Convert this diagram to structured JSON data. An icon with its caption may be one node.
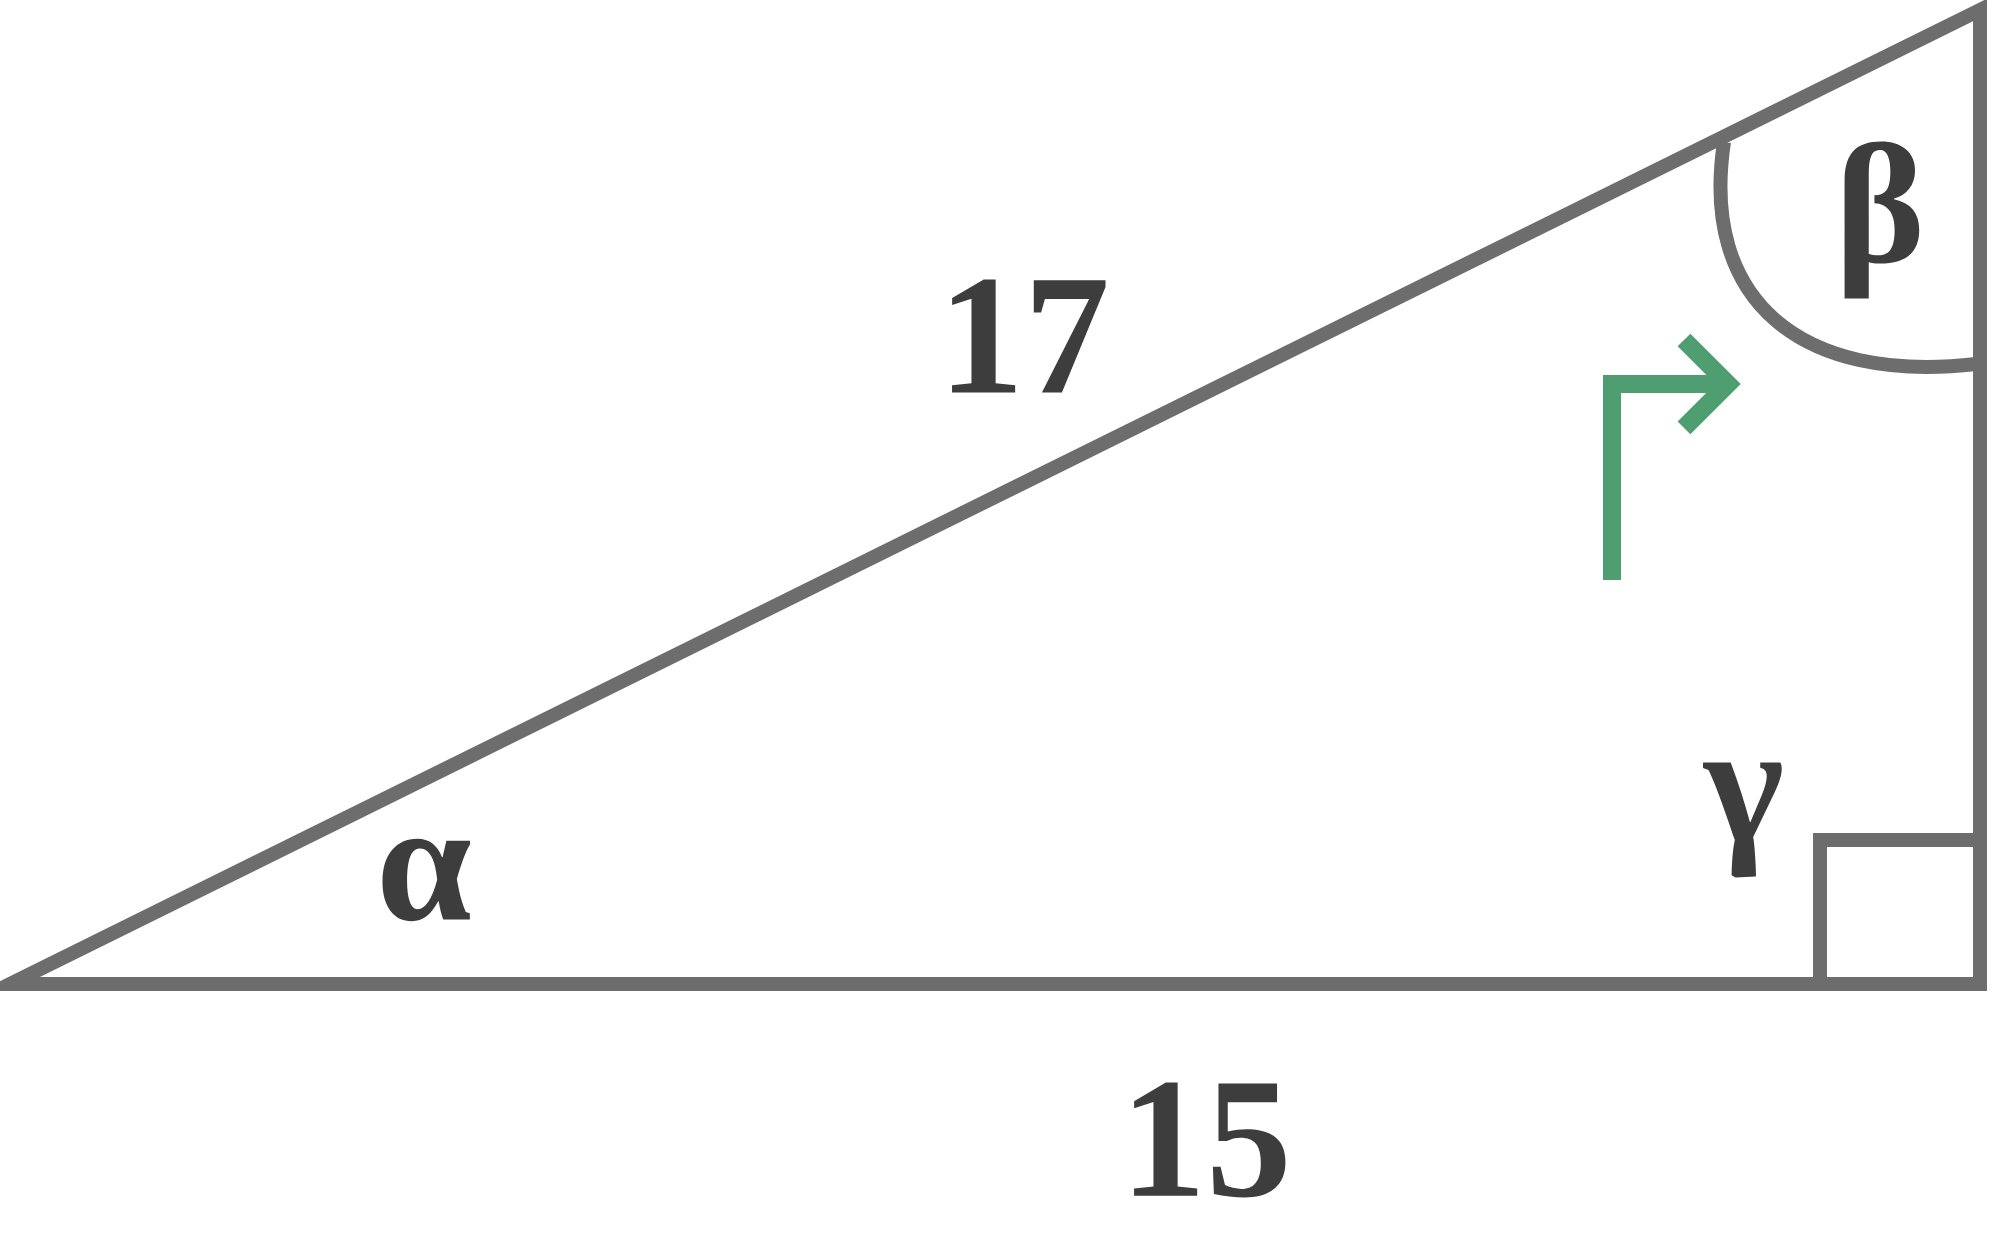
{
  "diagram": {
    "labels": [
      "17",
      "β",
      "γ",
      "α",
      "15"
    ]
  }
}
